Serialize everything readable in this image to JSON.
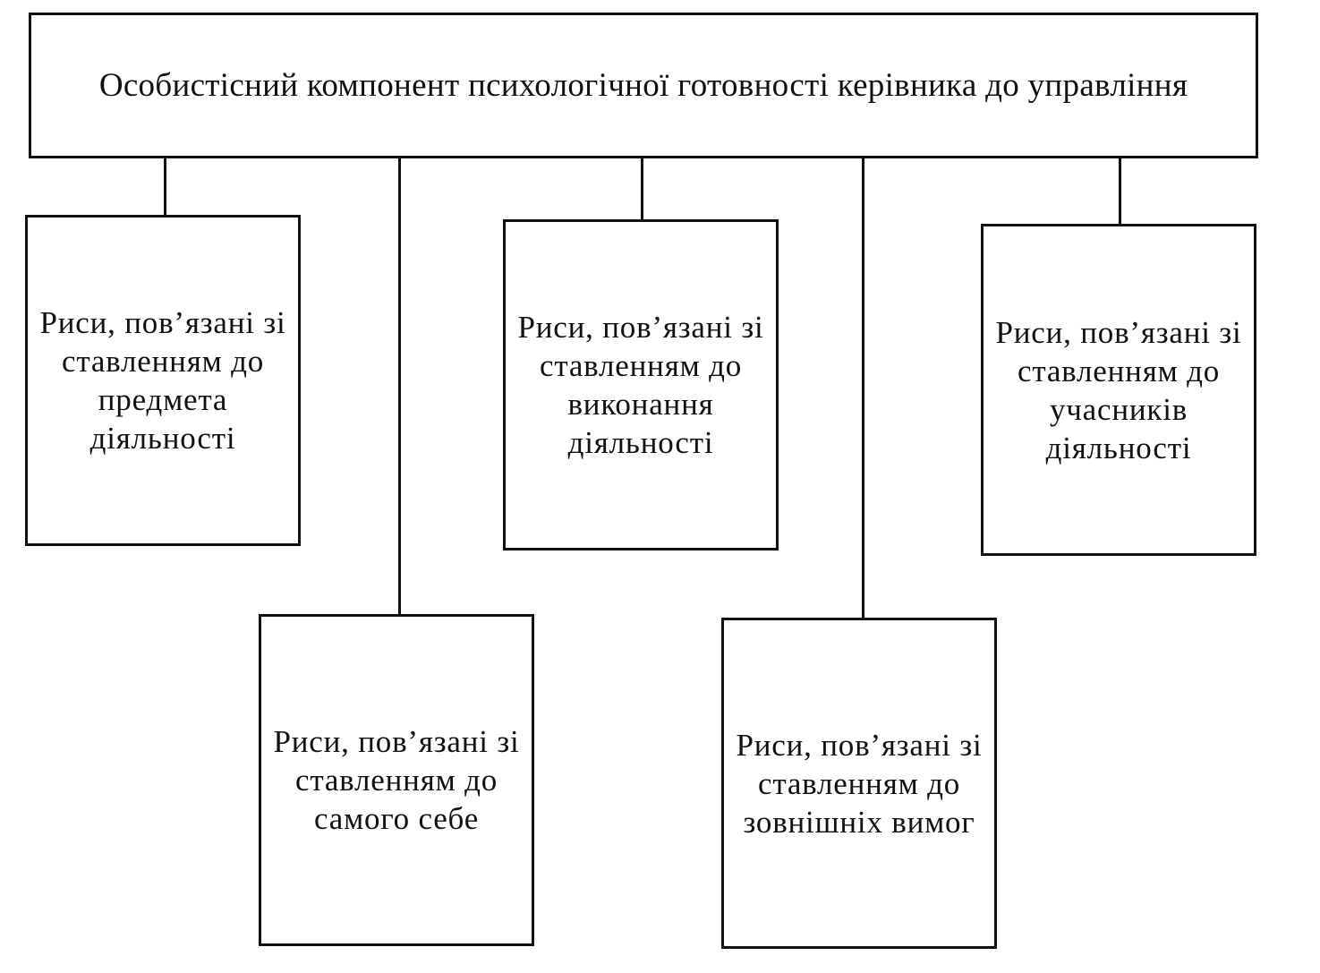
{
  "diagram": {
    "root": {
      "label": "Особистісний компонент психологічної готовності керівника до управління"
    },
    "nodes": [
      {
        "id": "subject",
        "label": "Риси, пов’язані зі ставленням до предмета діяльності"
      },
      {
        "id": "self",
        "label": "Риси, пов’язані зі ставленням до самого себе"
      },
      {
        "id": "execution",
        "label": "Риси, пов’язані зі ставленням до виконання діяльності"
      },
      {
        "id": "external",
        "label": "Риси, пов’язані зі ставленням до зовнішніх вимог"
      },
      {
        "id": "participants",
        "label": "Риси, пов’язані зі ставленням до учасників діяльності"
      }
    ],
    "colors": {
      "line": "#111111",
      "background": "#ffffff"
    }
  }
}
